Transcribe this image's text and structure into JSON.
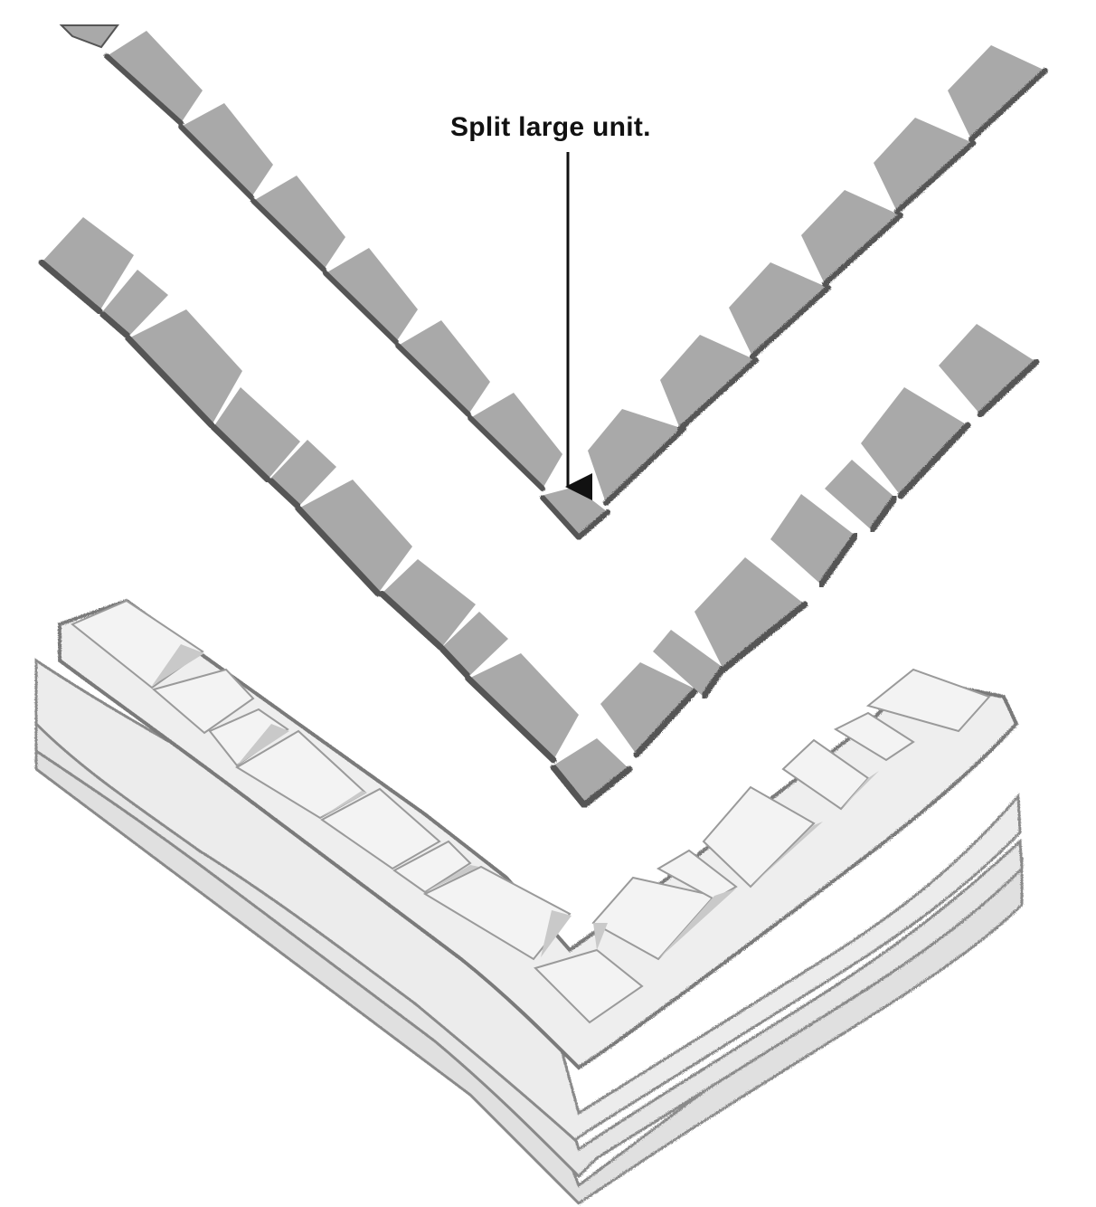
{
  "callout": {
    "text": "Split large unit."
  },
  "colors": {
    "background": "#ffffff",
    "block_dark": "#a9a9a9",
    "block_dark_top": "#bdbdbd",
    "block_light": "#e6e6e6",
    "block_light_top": "#f2f2f2",
    "block_edge": "#555555",
    "label": "#111111",
    "arrow": "#111111"
  },
  "layers": [
    {
      "name": "course-top",
      "style": "dark",
      "left_units": 7,
      "right_units": 7
    },
    {
      "name": "course-middle",
      "style": "dark",
      "left_units": 9,
      "right_units": 8
    },
    {
      "name": "stacked-wall",
      "style": "light",
      "courses": 4
    }
  ]
}
